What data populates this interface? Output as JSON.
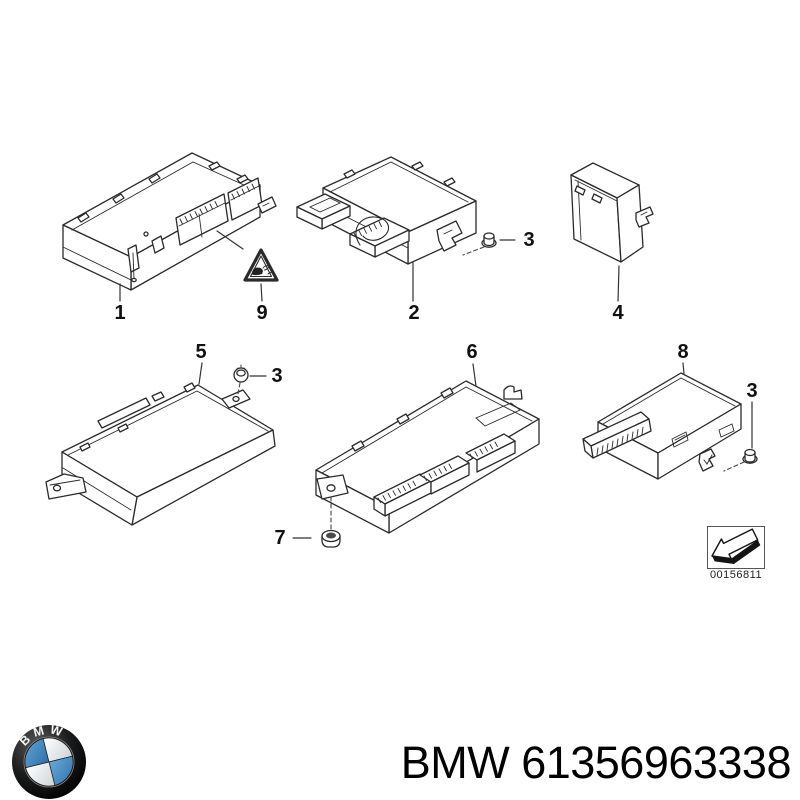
{
  "diagram": {
    "callouts": {
      "part1": "1",
      "part2": "2",
      "nut_top": "3",
      "part4": "4",
      "part5": "5",
      "screw_mid": "3",
      "part6": "6",
      "part7": "7",
      "part8": "8",
      "nut_right": "3",
      "part9": "9"
    },
    "stamp": {
      "number": "00156811"
    },
    "icons": {
      "warning-triangle-icon": "rounded triangle with impact pictogram",
      "direction-arrow-icon": "3d block arrow pointing lower-left",
      "bmw-roundel-icon": "BMW quartered roundel with letters"
    }
  },
  "footer": {
    "logo": {
      "letters": "BMW",
      "blue": "#3f84bd"
    },
    "product_title": "BMW 61356963338"
  },
  "colors": {
    "line": "#2b2b2b",
    "label_text": "#111111",
    "background": "#ffffff"
  }
}
